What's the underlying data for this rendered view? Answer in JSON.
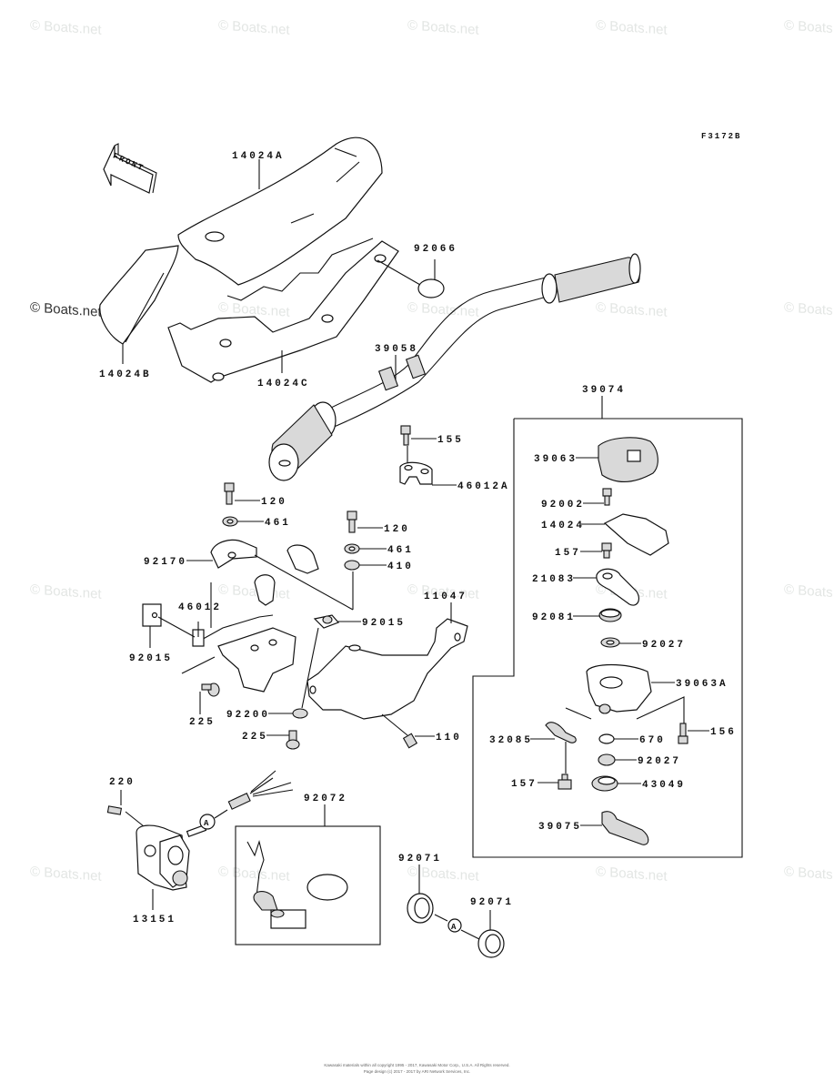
{
  "diagram": {
    "figure_code": "F3172B",
    "front_arrow_label": "FRONT",
    "connector_label": "A",
    "watermark": "© Boats.net",
    "footer_line1": "Kawasaki materials within all copyright 1995 - 2017, Kawasaki Motor Corp., U.S.A. All Rights reserved.",
    "footer_line2": "Page design (c) 2017 - 2017 by ARI Network Services, Inc.",
    "parts": {
      "seat_top": "14024A",
      "seat_left": "14024B",
      "seat_bottom": "14024C",
      "plug": "92066",
      "handlebar": "39058",
      "bolt_155": "155",
      "holder_upper": "46012A",
      "bolt_120_left": "120",
      "washer_461_left": "461",
      "clamp": "92170",
      "bolt_120_right": "120",
      "washer_461_right": "461",
      "washer_410": "410",
      "holder": "46012",
      "bracket": "11047",
      "nut_92015_right": "92015",
      "nut_92015_left": "92015",
      "bolt_225_left": "225",
      "collar_92200": "92200",
      "bolt_225_bottom": "225",
      "bolt_110": "110",
      "screw_220": "220",
      "switch": "13151",
      "lanyard": "92072",
      "seal_1": "92071",
      "seal_2": "92071",
      "throttle_assy": "39074",
      "throttle": {
        "case_cover": "39063",
        "screw_92002": "92002",
        "gasket": "14024",
        "bolt_157_top": "157",
        "lever": "21083",
        "spring": "92081",
        "washer_92027_top": "92027",
        "case": "39063A",
        "bolt_156": "156",
        "cable_plate": "32085",
        "oring": "670",
        "washer_92027_bottom": "92027",
        "bolt_157_bottom": "157",
        "seal_43049": "43049",
        "lever_39075": "39075"
      }
    }
  }
}
